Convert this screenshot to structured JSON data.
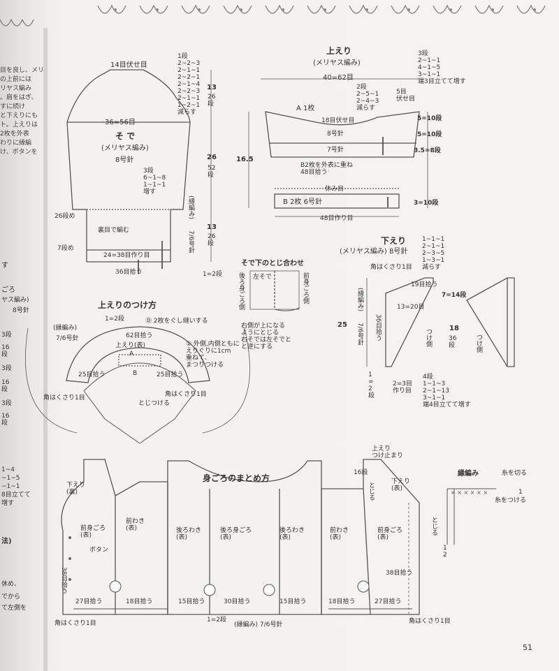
{
  "page_number": "51",
  "left_margin_text": [
    "目を良し、メリ",
    "の上前には",
    "リヤス編み",
    "。肩をはぎ、",
    "すに続け",
    "と下えりにも",
    "ト。上えりは",
    "2枚を外表",
    "わりに縁編",
    "け、ボタンを"
  ],
  "left_margin_text2": [
    "す",
    "ごろ",
    "ヤス編み)",
    "8号針",
    "3段",
    "16",
    "段",
    "3段",
    "16",
    "段",
    "3段",
    "16",
    "段",
    "1~4",
    "~1~5",
    "~1~1",
    "8目立てて",
    "増す",
    "法)",
    "休め、",
    "でから",
    "て左側を"
  ],
  "sleeve": {
    "title": "そ で",
    "subtitle": "(メリヤス編み)",
    "needle": "8号針",
    "top_label": "14目伏せ目",
    "width_label": "36=56目",
    "increase_note": "3段\n6~1~8\n1~1~1\n増す",
    "shaping_note": "1段\n2~2~3\n2~1~1\n2~2~1\n2~1~4\n2~2~3\n2~1~1\n1~2~1\n減らす",
    "dim_13a": "13",
    "dim_26a": "26\n段",
    "dim_26": "26",
    "dim_52": "52\n段",
    "dim_13b": "13",
    "dim_26b": "26\n段",
    "dim_eq": "=",
    "edge_note": "(縁編み)",
    "edge_needle": "7/6号針",
    "row26": "26段め",
    "row7": "7段め",
    "inside": "裏目で編む",
    "cast_on": "24=38目作り目",
    "pickup": "36目拾う",
    "bottom_row": "1=2段"
  },
  "upper_collar": {
    "title": "上えり",
    "subtitle": "(メリヤス編み)",
    "width": "40=62目",
    "piece_a": "A 1枚",
    "bind_off": "18目伏せ目",
    "needle8": "8号針",
    "needle7": "7号針",
    "overlap": "B2枚を外表に重ね\n48目拾う",
    "rest": "休み目",
    "piece_b": "B 2枚 6号針",
    "cast_on": "48目作り目",
    "height": "16.5",
    "dec_note": "2段\n2~5~1\n2~4~3\n減らす",
    "bind_off5": "5目\n伏せ目",
    "inc_note": "3段\n2~1~1\n4~1~5\n3~1~1\n端3目立てて増す",
    "d1": "5=10段",
    "d2": "5=10段",
    "d3": "3.5=8段",
    "d4": "3=10段"
  },
  "attach": {
    "title": "上えりのつけ方",
    "row_top": "1=2段",
    "note_d": "Ⓓ 2枚をぐし縫いする",
    "edge_note": "(縁編み)",
    "edge_needle": "7/6号針",
    "pick62": "62目拾う",
    "collar_front": "上えり(表)",
    "a": "A",
    "b": "B",
    "note1": "① 外側,内側ともに\nえりぐりに1cm\n重ねて、\nまつりつける",
    "pick25a": "25目拾う",
    "pick25b": "25目拾う",
    "corner1": "角はくさり1目",
    "corner2": "角はくさり1目",
    "attach_text": "とじつける"
  },
  "hem": {
    "title": "そで下のとじ合わせ",
    "left_side": "左そで",
    "back_side": "後ろ身ごろ側",
    "front_side": "前身ごろ側",
    "note": "右側が上になる\nようにとじる\n右そでは左そでと\nと逆にする"
  },
  "lower_collar": {
    "title": "下えり",
    "subtitle": "(メリヤス編み) 8号針",
    "dec_note": "1~1~1\n2~1~1\n2~3~5\n1~3~1\n減らす",
    "corner": "角はくさり1目",
    "pick19": "19目拾う",
    "dim7": "7=14段",
    "dim13": "13=20目",
    "edge": "(縁編み)",
    "edge_needle": "7/6号針",
    "pick36": "36目拾う",
    "dim18": "18",
    "dim36": "36\n段",
    "side": "つけ側",
    "side2": "つけ側",
    "dim25": "25",
    "row12": "1\n=\n2\n段",
    "cast23": "2=3目\n作り目",
    "inc_note": "4段\n1~1~3\n2~1~13\n3~1~1\n端4目立てて増す"
  },
  "assembly": {
    "title": "身ごろのまとめ方",
    "lower_collar_l": "下えり\n(裏)",
    "lower_collar_r": "下えり\n(表)",
    "front_l": "前身ごろ\n(表)",
    "front_side_l": "前わき\n(表)",
    "back_side_l": "後ろわき\n(表)",
    "back": "後ろ身ごろ\n(表)",
    "back_side_r": "後ろわき\n(表)",
    "front_side_r": "前わき\n(表)",
    "front_r": "前身ごろ\n(表)",
    "button": "ボタン",
    "pick38l": "38目拾う",
    "pick38r": "38目拾う",
    "pick27l": "27目拾う",
    "pick18l": "18目拾う",
    "pick15": "15目拾う",
    "pick30": "30目拾う",
    "pick15r": "15目拾う",
    "pick18r": "18目拾う",
    "pick27r": "27目拾う",
    "corner_l": "角はくさり1目",
    "corner_r": "角はくさり1目",
    "row12": "1=2段",
    "edge_bottom": "(縁編み) 7/6号針",
    "attach_end": "上えり\nつけ止まり",
    "row16": "16段",
    "join1": "とじる",
    "join2": "とじる"
  },
  "edging": {
    "title": "縁編み",
    "cut": "糸を切る",
    "attach": "糸をつける",
    "num1": "1",
    "num12": "1\n2"
  }
}
